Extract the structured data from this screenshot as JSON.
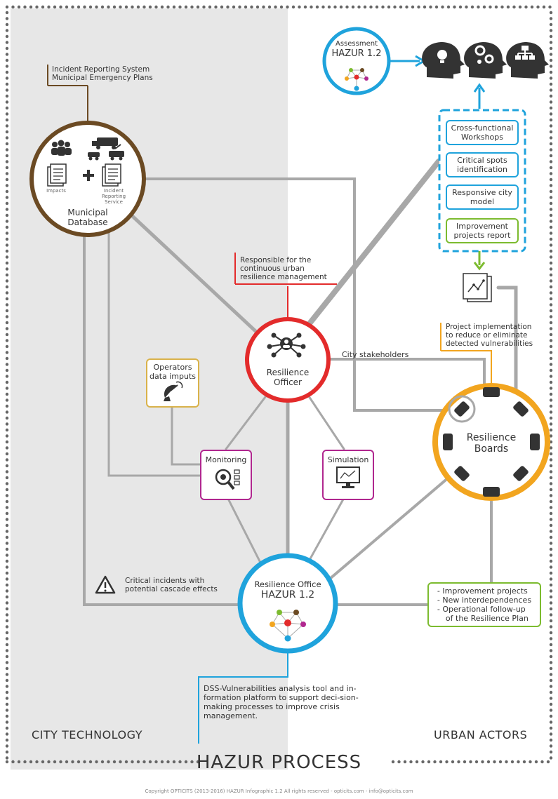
{
  "title": "HAZUR PROCESS",
  "copyright": "Copyright OPTICITS (2013-2016) HAZUR Infographic 1.2 All rights reserved - opticits.com - info@opticits.com",
  "regions": {
    "left": "CITY TECHNOLOGY",
    "right": "URBAN ACTORS"
  },
  "municipal": {
    "note_lines": [
      "Incident Reporting System",
      "Municipal Emergency Plans"
    ],
    "label_lines": [
      "Municipal",
      "Database"
    ],
    "impacts": "Impacts",
    "incident_service_lines": [
      "Incident Reporting",
      "Service"
    ],
    "plus": "+"
  },
  "officer": {
    "note_lines": [
      "Responsible for the",
      "continuous urban",
      "resilience management"
    ],
    "label_lines": [
      "Resilience",
      "Officer"
    ]
  },
  "assessment": {
    "line1": "Assessment",
    "line2": "HAZUR 1.2"
  },
  "workshop_boxes": [
    "Cross-functional Workshops",
    "Critical spots identification",
    "Responsive city model",
    "Improvement projects report"
  ],
  "project_note_lines": [
    "Project implementation",
    "to reduce or eliminate",
    "detected vulnerabilities"
  ],
  "stakeholders": "City stakeholders",
  "boards": {
    "line1": "Resilience",
    "line2": "Boards"
  },
  "operators": {
    "line1": "Operators",
    "line2": "data imputs"
  },
  "monitoring": "Monitoring",
  "simulation": "Simulation",
  "office": {
    "line1": "Resilience Office",
    "line2": "HAZUR 1.2"
  },
  "critical_lines": [
    "Critical incidents with",
    "potential cascade effects"
  ],
  "improvements": [
    "- Improvement projects",
    "- New interdependences",
    "- Operational follow-up",
    "of the Resilience Plan"
  ],
  "dss_text": "DSS-Vulnerabilities analysis tool and in-formation platform to support deci-sion-making processes to improve crisis management.",
  "colors": {
    "brown": "#6b4a23",
    "red": "#e32b2b",
    "blue": "#1fa3dc",
    "orange": "#f2a51f",
    "green": "#7cbb2f",
    "magenta": "#b0278f",
    "yellow": "#d9b24a",
    "gray": "#a8a8a8"
  }
}
